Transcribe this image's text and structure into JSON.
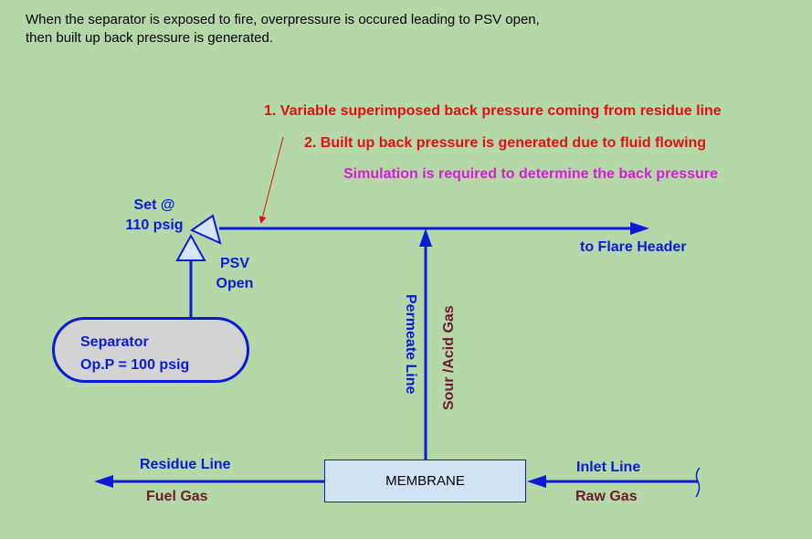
{
  "intro": {
    "line1": "When the separator is exposed to fire, overpressure is occured leading to PSV open,",
    "line2": "then built up back pressure is generated."
  },
  "notes": {
    "note1": "1. Variable superimposed back pressure coming from residue line",
    "note2": "2. Built up back pressure is generated due to fluid flowing",
    "simulation": "Simulation is required to determine the back pressure"
  },
  "psv": {
    "set_line1": "Set @",
    "set_line2": "110 psig",
    "state_line1": "PSV",
    "state_line2": "Open"
  },
  "separator": {
    "name": "Separator",
    "pressure": "Op.P = 100 psig"
  },
  "flare": "to Flare Header",
  "permeate": {
    "line": "Permeate Line",
    "gas": "Sour /Acid Gas"
  },
  "membrane": "MEMBRANE",
  "residue": {
    "line": "Residue Line",
    "gas": "Fuel Gas"
  },
  "inlet": {
    "line": "Inlet Line",
    "gas": "Raw Gas"
  },
  "colors": {
    "background": "#b5d8a9",
    "line": "#0a1ad6",
    "note_red": "#e01010",
    "note_magenta": "#d21fd2",
    "gas_label": "#6e1a2c",
    "psv_fill": "#d4e6f7",
    "membrane_fill": "#cfe3f5",
    "separator_fill": "#d3d3d3"
  }
}
